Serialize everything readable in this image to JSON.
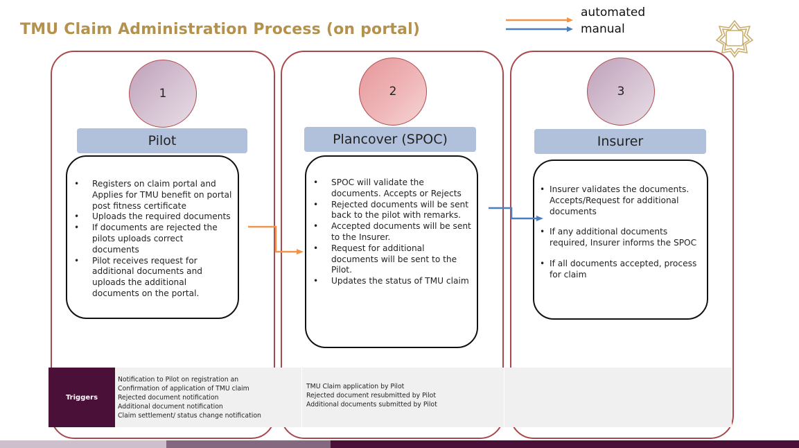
{
  "title": "TMU Claim Administration Process (on portal)",
  "legend": [
    {
      "label": "automated",
      "color": "#f0944a",
      "icon": "orange-arrow-icon"
    },
    {
      "label": "manual",
      "color": "#4a7ebf",
      "icon": "blue-arrow-icon"
    }
  ],
  "logo": {
    "icon": "eight-point-star-logo-icon",
    "color": "#c9ad6e"
  },
  "colors": {
    "title": "#b5924c",
    "column_border": "#a9474a",
    "role_bar": "#b1c0db",
    "triggers_label_bg": "#4a1038",
    "triggers_bg": "#f0f0f0",
    "automated_arrow": "#f0944a",
    "manual_arrow": "#4a7ebf"
  },
  "steps": [
    {
      "number": "1",
      "role": "Pilot",
      "items": [
        "Registers on claim portal and Applies for TMU benefit on portal post fitness certificate",
        "Uploads the required documents",
        "If documents are rejected the pilots uploads correct documents",
        "Pilot receives request for additional documents and uploads the additional documents on the portal."
      ]
    },
    {
      "number": "2",
      "role": "Plancover (SPOC)",
      "items": [
        "SPOC will validate the documents. Accepts or Rejects",
        "Rejected documents will be sent back to the pilot with remarks.",
        "Accepted documents will be sent to the Insurer.",
        "Request for additional documents will be sent to the Pilot.",
        "Updates the status of TMU claim"
      ]
    },
    {
      "number": "3",
      "role": "Insurer",
      "items": [
        "Insurer validates the documents. Accepts/Request for additional documents",
        "If any additional documents required, Insurer informs the SPOC",
        "If all documents accepted, process for claim"
      ]
    }
  ],
  "connectors": [
    {
      "from": "Pilot",
      "to": "Plancover (SPOC)",
      "type": "automated"
    },
    {
      "from": "Plancover (SPOC)",
      "to": "Insurer",
      "type": "manual"
    }
  ],
  "triggers": {
    "label": "Triggers",
    "columns": [
      [
        "Notification to Pilot on registration an",
        "Confirmation of application of TMU claim",
        "Rejected document notification",
        "Additional document notification",
        "Claim settlement/ status change notification"
      ],
      [
        "TMU Claim application by Pilot",
        "Rejected document resubmitted by Pilot",
        "Additional documents submitted by Pilot"
      ],
      []
    ]
  }
}
